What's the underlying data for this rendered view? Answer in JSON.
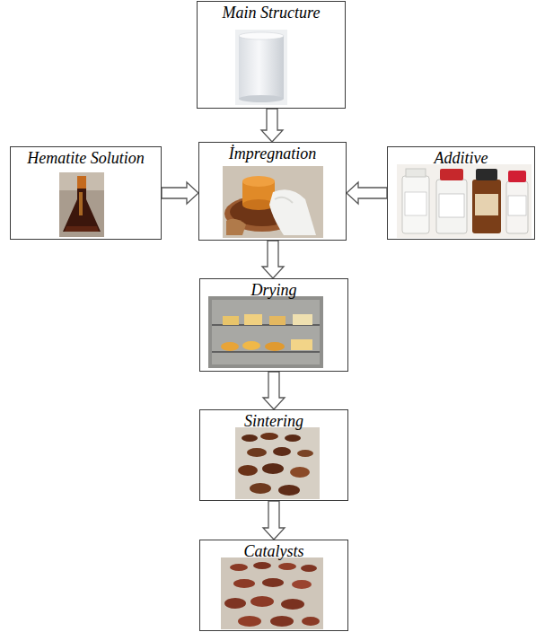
{
  "diagram": {
    "nodes": [
      {
        "text": [
          "Main Structure"
        ]
      },
      {
        "text": [
          "Hematite Solution"
        ]
      },
      {
        "text": [
          "İmpregnation"
        ]
      },
      {
        "text": [
          "Additive"
        ]
      },
      {
        "text": [
          "Drying"
        ]
      },
      {
        "text": [
          "Sintering"
        ]
      },
      {
        "text": [
          "Catalysts"
        ]
      }
    ],
    "edges": [
      {
        "from": 0,
        "to": 2,
        "arrow": "to"
      },
      {
        "from": 1,
        "to": 2,
        "arrow": "to"
      },
      {
        "from": 3,
        "to": 2,
        "arrow": "to"
      },
      {
        "from": 2,
        "to": 4,
        "arrow": "to"
      },
      {
        "from": 4,
        "to": 5,
        "arrow": "to"
      },
      {
        "from": 5,
        "to": 6,
        "arrow": "to"
      }
    ]
  }
}
